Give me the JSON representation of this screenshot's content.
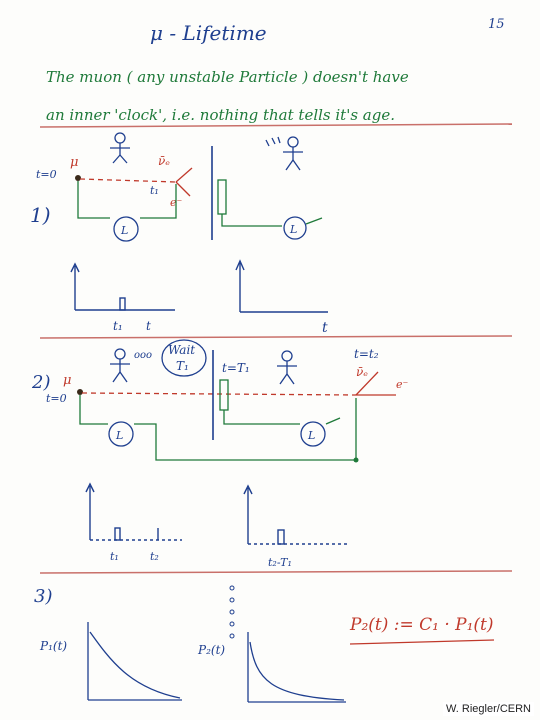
{
  "header": {
    "title": "μ - Lifetime",
    "page_number": "15"
  },
  "intro": {
    "line1": "The muon ( any unstable Particle ) doesn't have",
    "line2": "an inner 'clock', i.e. nothing that tells it's age."
  },
  "section1": {
    "number": "1)",
    "t0_label": "t=0",
    "mu_label": "μ",
    "t1_label": "t₁",
    "nu_label": "ν̄ₑ",
    "e_label": "e⁻",
    "clock_label": "L",
    "clock_label_right": "L",
    "plot_left_tick": "t₁",
    "plot_left_axis": "t",
    "plot_right_axis": "t"
  },
  "section2": {
    "number": "2)",
    "t0_label": "t=0",
    "mu_label": "μ",
    "wait_label": "Wait",
    "wait_t": "T₁",
    "dots": "ooo",
    "t_eq_t1": "t=T₁",
    "t_eq_t2": "t=t₂",
    "nu_label": "ν̄ₑ",
    "e_label": "e⁻",
    "clock_label": "L",
    "clock_label_right": "L",
    "plot_left_tick1": "t₁",
    "plot_left_tick2": "t₂",
    "plot_right_tick": "t₂-T₁"
  },
  "section3": {
    "number": "3)",
    "p1_label": "P₁(t)",
    "p2_label": "P₂(t)",
    "formula": "P₂(t) := C₁ · P₁(t)"
  },
  "footer": {
    "credit": "W. Riegler/CERN"
  },
  "colors": {
    "ink_blue": "#1f3f8f",
    "ink_green": "#1f7a3a",
    "ink_red": "#c0392b",
    "rule_red": "#c9706a"
  }
}
